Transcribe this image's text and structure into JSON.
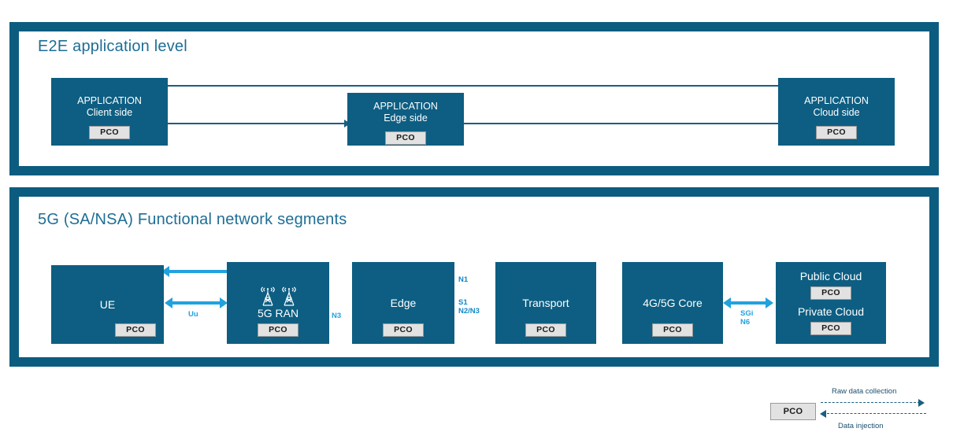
{
  "diagram": {
    "panels": [
      {
        "id": "e2e-application-level",
        "title": "E2E application level",
        "nodes": [
          {
            "id": "application-client",
            "lines": [
              "APPLICATION",
              "Client side"
            ],
            "chip": "PCO"
          },
          {
            "id": "application-edge",
            "lines": [
              "APPLICATION",
              "Edge side"
            ],
            "chip": "PCO"
          },
          {
            "id": "application-cloud",
            "lines": [
              "APPLICATION",
              "Cloud side"
            ],
            "chip": "PCO"
          }
        ]
      },
      {
        "id": "5g-functional-network-segments",
        "title": "5G (SA/NSA) Functional network segments",
        "nodes": [
          {
            "id": "ue",
            "lines": [
              "UE"
            ],
            "chip": "PCO"
          },
          {
            "id": "5g-ran",
            "lines": [
              "5G RAN"
            ],
            "chip": "PCO",
            "icon": "antenna-tower-icon"
          },
          {
            "id": "edge",
            "lines": [
              "Edge"
            ],
            "chip": "PCO"
          },
          {
            "id": "transport",
            "lines": [
              "Transport"
            ],
            "chip": "PCO"
          },
          {
            "id": "4g-5g-core",
            "lines": [
              "4G/5G Core"
            ],
            "chip": "PCO"
          },
          {
            "id": "clouds",
            "lines": [
              "Public Cloud",
              "Private Cloud"
            ],
            "chip": "PCO",
            "chip2": "PCO"
          }
        ],
        "interface_labels": [
          {
            "id": "uu",
            "text": "Uu"
          },
          {
            "id": "n3",
            "text": "N3"
          },
          {
            "id": "n1",
            "text": "N1"
          },
          {
            "id": "s1",
            "text": "S1"
          },
          {
            "id": "n2n3",
            "text": "N2/N3"
          },
          {
            "id": "sgi",
            "text": "SGi"
          },
          {
            "id": "n6",
            "text": "N6"
          }
        ]
      }
    ]
  },
  "legend": {
    "chip": "PCO",
    "raw_data_label": "Raw data collection",
    "data_injection_label": "Data injection"
  },
  "colors": {
    "panel_border": "#0c5c80",
    "node_fill": "#0d5e82",
    "title_text": "#1e6e96",
    "light_blue_arrow": "#21a2de",
    "dark_blue_arrow": "#1b5e80",
    "chip_fill": "#e2e2e2"
  }
}
